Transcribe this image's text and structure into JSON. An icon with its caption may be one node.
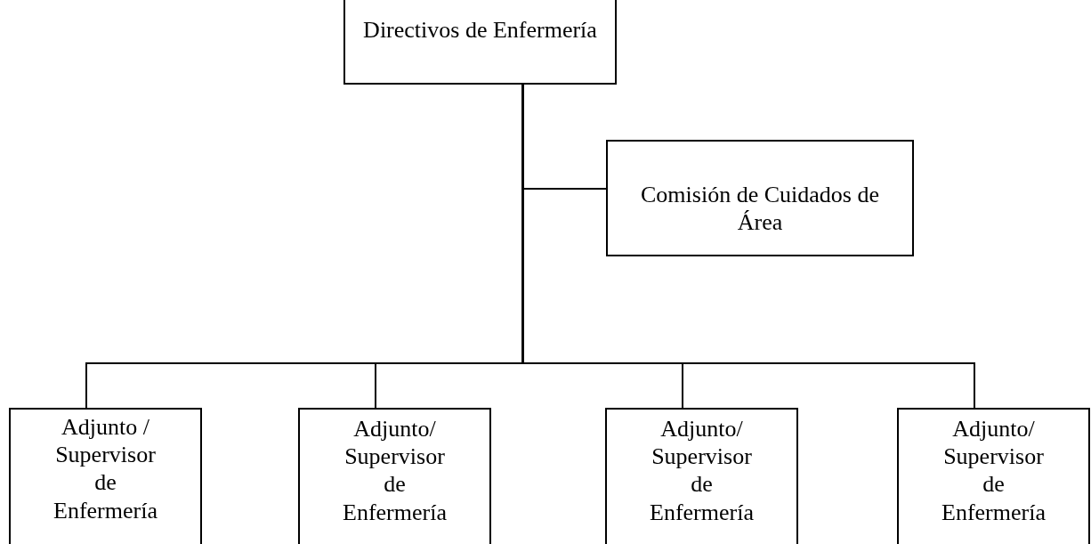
{
  "diagram": {
    "nodes": [
      {
        "text": [
          "Directivos de Enfermería"
        ]
      },
      {
        "text": [
          "Comisión de Cuidados de Área"
        ]
      },
      {
        "text": [
          "Adjunto / Supervisor de Enfermería"
        ]
      },
      {
        "text": [
          "Adjunto/ Supervisor de Enfermería"
        ]
      },
      {
        "text": [
          "Adjunto/ Supervisor de Enfermería"
        ]
      },
      {
        "text": [
          "Adjunto/ Supervisor de Enfermería"
        ]
      }
    ],
    "edges": [
      {
        "from": 0,
        "to": 1,
        "arrow": "none"
      },
      {
        "from": 0,
        "to": 2,
        "arrow": "none"
      },
      {
        "from": 0,
        "to": 3,
        "arrow": "none"
      },
      {
        "from": 0,
        "to": 4,
        "arrow": "none"
      },
      {
        "from": 0,
        "to": 5,
        "arrow": "none"
      }
    ]
  }
}
